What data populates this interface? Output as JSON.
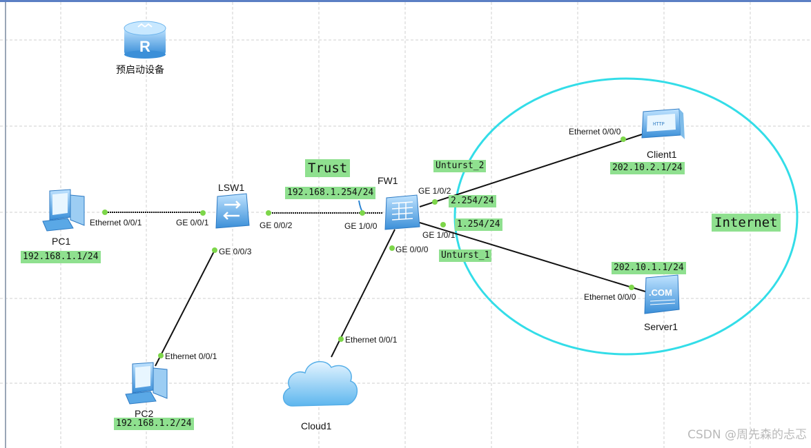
{
  "devices": {
    "router_preview": "预启动设备",
    "pc1": "PC1",
    "pc2": "PC2",
    "lsw1": "LSW1",
    "fw1": "FW1",
    "cloud1": "Cloud1",
    "client1": "Client1",
    "server1": "Server1"
  },
  "ports": {
    "pc1_eth": "Ethernet 0/0/1",
    "lsw1_ge001": "GE 0/0/1",
    "lsw1_ge002": "GE 0/0/2",
    "lsw1_ge003": "GE 0/0/3",
    "pc2_eth": "Ethernet 0/0/1",
    "fw1_ge100": "GE 1/0/0",
    "fw1_ge102": "GE 1/0/2",
    "fw1_ge101": "GE 1/0/1",
    "fw1_ge000": "GE 0/0/0",
    "cloud1_eth": "Ethernet 0/0/1",
    "client1_eth": "Ethernet 0/0/0",
    "server1_eth": "Ethernet 0/0/0"
  },
  "tags": {
    "pc1_ip": "192.168.1.1/24",
    "pc2_ip": "192.168.1.2/24",
    "fw_trust_ip": "192.168.1.254/24",
    "trust": "Trust",
    "untrust2": "Unturst_2",
    "ip_2_254": "2.254/24",
    "ip_1_254": "1.254/24",
    "untrust1": "Unturst_1",
    "client1_ip": "202.10.2.1/24",
    "server1_ip": "202.10.1.1/24",
    "internet": "Internet"
  },
  "icons": {
    "router": "router-icon",
    "pc": "pc-icon",
    "switch": "switch-icon",
    "firewall": "firewall-icon",
    "cloud": "cloud-icon",
    "client": "http-client-icon",
    "server": "com-server-icon"
  },
  "colors": {
    "label_bg": "#8fe08f",
    "internet_ring": "#33dde8",
    "device_blue": "#4aa3e8",
    "link": "#111111",
    "port_dot": "#7dd64a"
  },
  "watermark": "CSDN @周先森的忐忑"
}
